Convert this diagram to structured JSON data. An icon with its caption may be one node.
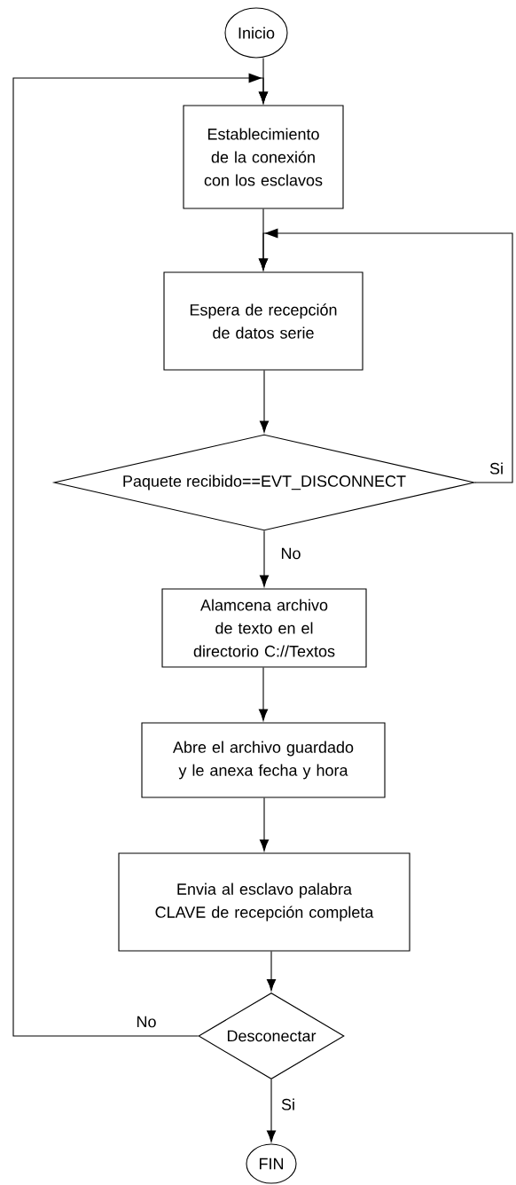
{
  "diagram": {
    "nodes": [
      {
        "text": [
          "Inicio"
        ]
      },
      {
        "text": [
          "Establecimiento de la conexión con los esclavos"
        ]
      },
      {
        "text": [
          "Espera de recepción de datos serie"
        ]
      },
      {
        "text": [
          "Paquete recibido==EVT_DISCONNECT"
        ]
      },
      {
        "text": [
          "Alamcena archivo de texto en el directorio C://Textos"
        ]
      },
      {
        "text": [
          "Abre el archivo guardado y le anexa fecha y hora"
        ]
      },
      {
        "text": [
          "Envia al esclavo palabra CLAVE de recepción completa"
        ]
      },
      {
        "text": [
          "Desconectar"
        ]
      },
      {
        "text": [
          "FIN"
        ]
      }
    ],
    "edges": [
      {
        "from": 0,
        "to": 1,
        "arrow": "to"
      },
      {
        "from": 1,
        "to": 2,
        "arrow": "to"
      },
      {
        "from": 2,
        "to": 3,
        "arrow": "to"
      },
      {
        "from": 3,
        "to": 2,
        "arrow": "to",
        "label": "Si"
      },
      {
        "from": 3,
        "to": 4,
        "arrow": "to",
        "label": "No"
      },
      {
        "from": 4,
        "to": 5,
        "arrow": "to"
      },
      {
        "from": 5,
        "to": 6,
        "arrow": "to"
      },
      {
        "from": 6,
        "to": 7,
        "arrow": "to"
      },
      {
        "from": 7,
        "to": 1,
        "arrow": "to",
        "label": "No"
      },
      {
        "from": 7,
        "to": 8,
        "arrow": "to",
        "label": "Si"
      }
    ]
  }
}
